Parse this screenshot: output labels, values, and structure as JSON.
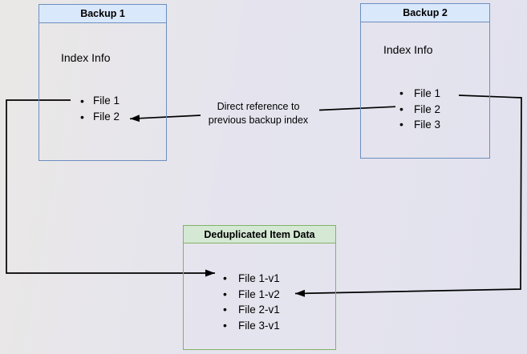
{
  "diagram": {
    "backup1": {
      "title": "Backup 1",
      "index_label": "Index Info",
      "files": [
        "File 1",
        "File 2"
      ]
    },
    "backup2": {
      "title": "Backup 2",
      "index_label": "Index Info",
      "files": [
        "File 1",
        "File 2",
        "File 3"
      ]
    },
    "dedup": {
      "title": "Deduplicated Item Data",
      "files": [
        "File 1-v1",
        "File 1-v2",
        "File 2-v1",
        "File 3-v1"
      ]
    },
    "annotation": {
      "line1": "Direct reference to",
      "line2": "previous backup index"
    }
  },
  "colors": {
    "backup_header_fill": "#dae8fc",
    "backup_border": "#6c8ebf",
    "dedup_header_fill": "#d5e8d4",
    "dedup_border": "#82b366",
    "connector": "#000000",
    "text": "#000000"
  }
}
